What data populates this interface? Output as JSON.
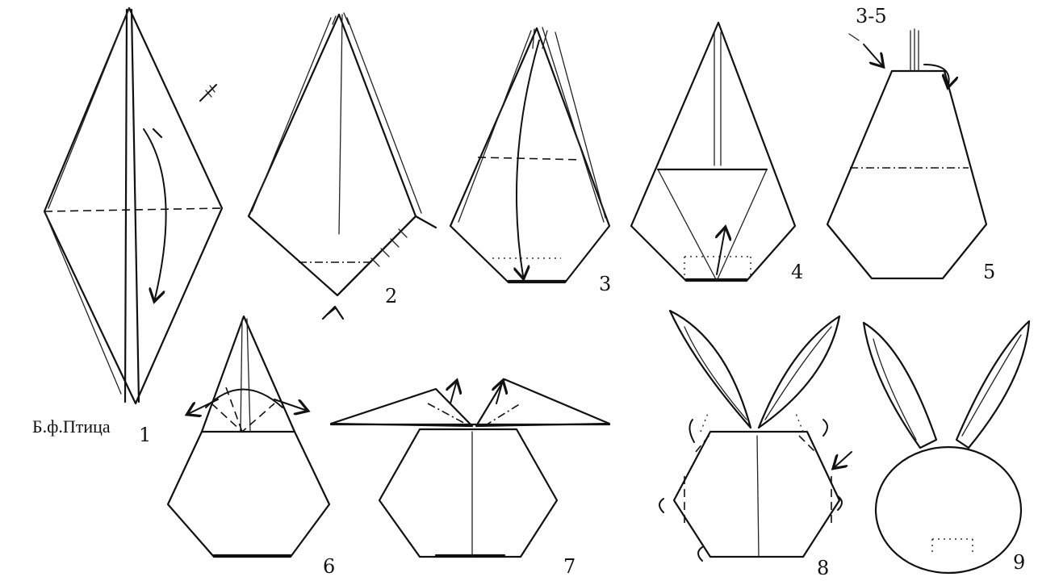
{
  "base_label": "Б.ф.Птица",
  "steps": [
    {
      "id": "1",
      "label": "1"
    },
    {
      "id": "2",
      "label": "2"
    },
    {
      "id": "3",
      "label": "3"
    },
    {
      "id": "4",
      "label": "4"
    },
    {
      "id": "5",
      "label": "5"
    },
    {
      "id": "6",
      "label": "6"
    },
    {
      "id": "7",
      "label": "7"
    },
    {
      "id": "8",
      "label": "8"
    },
    {
      "id": "9",
      "label": "9"
    }
  ],
  "repeat_note": "3-5"
}
